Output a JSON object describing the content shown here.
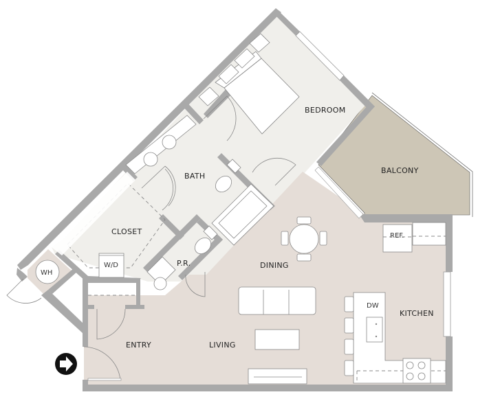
{
  "floorplan": {
    "rooms": {
      "bedroom": "BEDROOM",
      "balcony": "BALCONY",
      "bath": "BATH",
      "closet": "CLOSET",
      "powder_room": "P.R.",
      "dining": "DINING",
      "living": "LIVING",
      "entry": "ENTRY",
      "kitchen": "KITCHEN"
    },
    "fixtures": {
      "water_heater": "WH",
      "washer_dryer": "W/D",
      "refrigerator": "REF.",
      "dishwasher": "DW"
    },
    "entry_marker": "arrow-right-icon",
    "colors": {
      "wall": "#a9a9a9",
      "private_floor": "#f0efeb",
      "public_floor": "#e5ddd7",
      "balcony": "#cdc6b6",
      "background": "#ffffff"
    }
  }
}
